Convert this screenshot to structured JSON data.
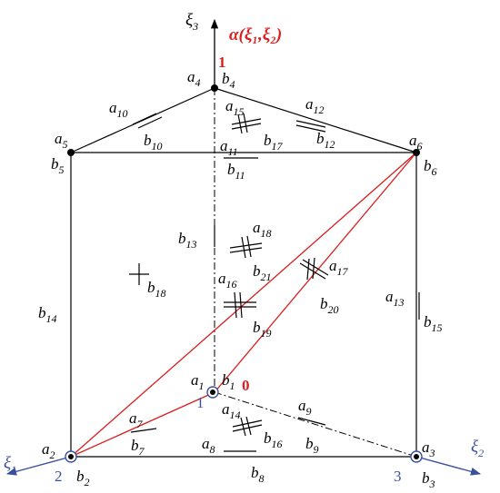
{
  "colors": {
    "edge": "#000000",
    "highlight": "#d91e1e",
    "axis": "#3a4fa0",
    "vertex": "#000000"
  },
  "axes": {
    "xi3": {
      "name": "ξ",
      "sub": "3"
    },
    "xi1": {
      "name": "ξ",
      "sub": "1"
    },
    "xi2": {
      "name": "ξ",
      "sub": "2"
    },
    "alpha": "α(ξ₁,ξ₂)"
  },
  "markers": {
    "top": "1",
    "center": "0",
    "node1": "1",
    "node2": "2",
    "node3": "3"
  },
  "labels": [
    {
      "t": "a",
      "s": "4"
    },
    {
      "t": "b",
      "s": "4"
    },
    {
      "t": "a",
      "s": "5"
    },
    {
      "t": "b",
      "s": "5"
    },
    {
      "t": "a",
      "s": "6"
    },
    {
      "t": "b",
      "s": "6"
    },
    {
      "t": "a",
      "s": "10"
    },
    {
      "t": "b",
      "s": "10"
    },
    {
      "t": "a",
      "s": "15"
    },
    {
      "t": "b",
      "s": "17"
    },
    {
      "t": "a",
      "s": "12"
    },
    {
      "t": "b",
      "s": "12"
    },
    {
      "t": "a",
      "s": "11"
    },
    {
      "t": "b",
      "s": "11"
    },
    {
      "t": "b",
      "s": "13"
    },
    {
      "t": "a",
      "s": "18"
    },
    {
      "t": "b",
      "s": "21"
    },
    {
      "t": "a",
      "s": "17"
    },
    {
      "t": "b",
      "s": "20"
    },
    {
      "t": "a",
      "s": "16"
    },
    {
      "t": "b",
      "s": "19"
    },
    {
      "t": "b",
      "s": "18"
    },
    {
      "t": "b",
      "s": "14"
    },
    {
      "t": "a",
      "s": "13"
    },
    {
      "t": "b",
      "s": "15"
    },
    {
      "t": "a",
      "s": "1"
    },
    {
      "t": "b",
      "s": "1"
    },
    {
      "t": "a",
      "s": "7"
    },
    {
      "t": "b",
      "s": "7"
    },
    {
      "t": "a",
      "s": "14"
    },
    {
      "t": "b",
      "s": "16"
    },
    {
      "t": "a",
      "s": "9"
    },
    {
      "t": "b",
      "s": "9"
    },
    {
      "t": "a",
      "s": "8"
    },
    {
      "t": "b",
      "s": "8"
    },
    {
      "t": "a",
      "s": "2"
    },
    {
      "t": "b",
      "s": "2"
    },
    {
      "t": "a",
      "s": "3"
    },
    {
      "t": "b",
      "s": "3"
    }
  ]
}
